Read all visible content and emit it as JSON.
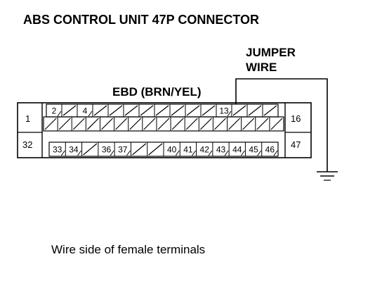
{
  "diagram": {
    "title": "ABS CONTROL UNIT 47P CONNECTOR",
    "jumper_label_line1": "JUMPER",
    "jumper_label_line2": "WIRE",
    "ebd_label": "EBD (BRN/YEL)",
    "caption": "Wire side of female terminals"
  },
  "connector": {
    "end_pins": {
      "top_left": "1",
      "bottom_left": "32",
      "top_right": "16",
      "bottom_right": "47"
    },
    "row1": [
      "2",
      "",
      "4",
      "",
      "",
      "",
      "",
      "",
      "",
      "",
      "",
      "13",
      "",
      "",
      ""
    ],
    "row2": [
      "",
      "",
      "",
      "",
      "",
      "",
      "",
      "",
      "",
      "",
      "",
      "",
      "",
      "",
      "",
      "",
      ""
    ],
    "row3": [
      "33",
      "34",
      "",
      "36",
      "37",
      "",
      "",
      "40",
      "41",
      "42",
      "43",
      "44",
      "45",
      "46"
    ]
  }
}
